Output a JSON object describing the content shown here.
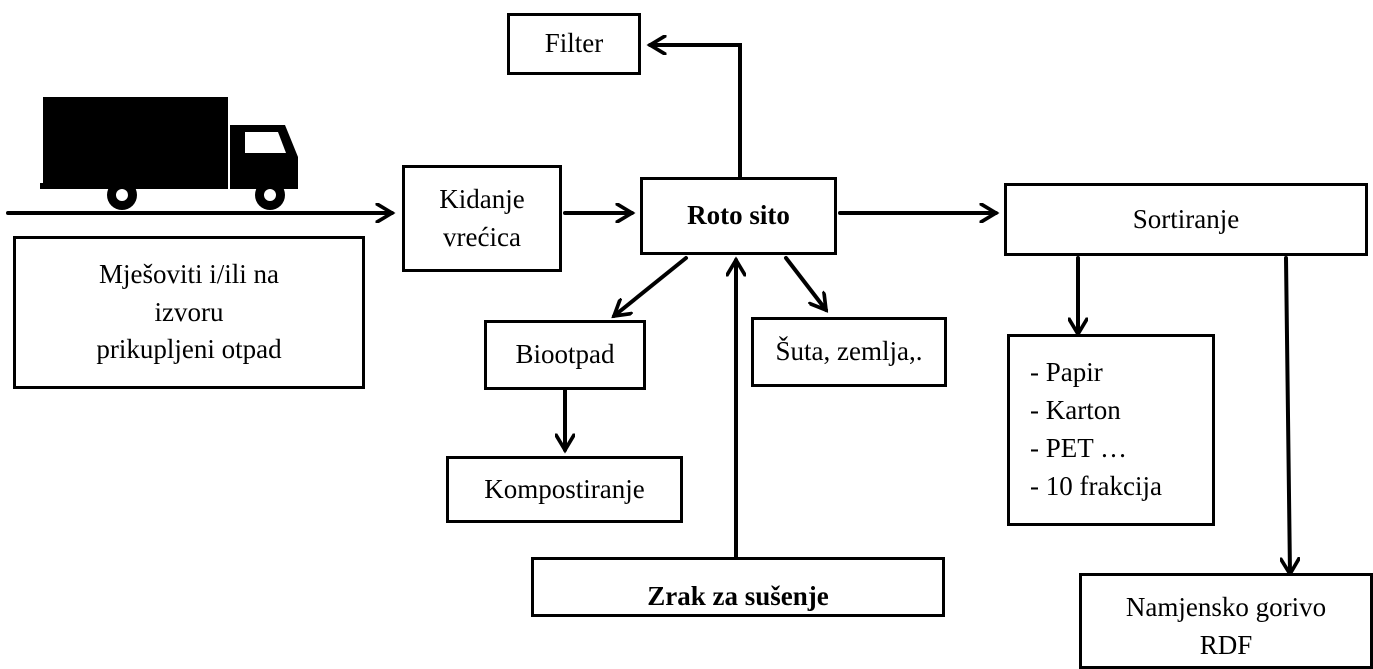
{
  "nodes": {
    "filter": "Filter",
    "kidanje": [
      "Kidanje",
      "vrećica"
    ],
    "roto_sito": "Roto sito",
    "sortiranje": "Sortiranje",
    "mjesoviti": [
      "Mješoviti i/ili na",
      "izvoru",
      "prikupljeni otpad"
    ],
    "biootpad": "Biootpad",
    "suta": "Šuta, zemlja,.",
    "kompostiranje": "Kompostiranje",
    "zrak": "Zrak za sušenje",
    "frakcije": [
      "- Papir",
      "- Karton",
      "- PET …",
      "- 10 frakcija"
    ],
    "rdf": [
      "Namjensko gorivo",
      "RDF"
    ]
  },
  "icons": {
    "truck": "truck-icon"
  },
  "colors": {
    "stroke": "#000000",
    "background": "#ffffff"
  }
}
